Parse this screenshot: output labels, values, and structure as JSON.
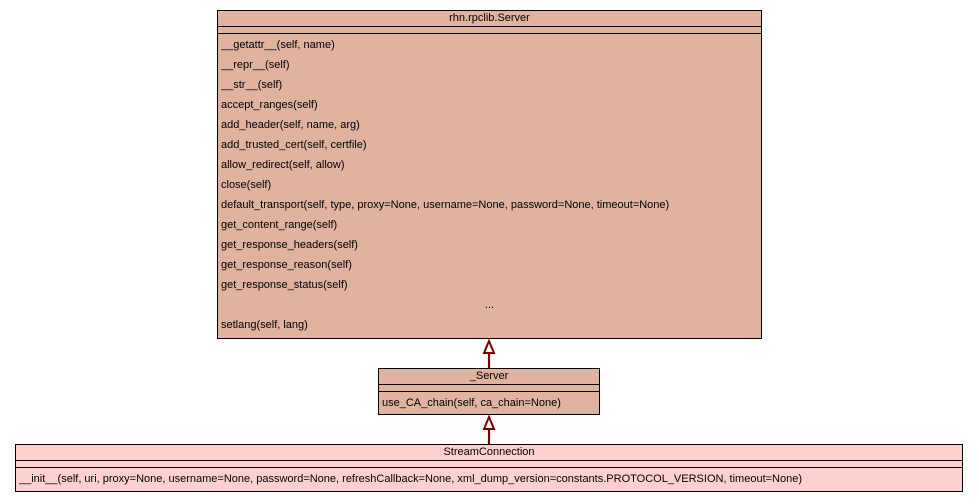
{
  "classes": {
    "server": {
      "name": "rhn.rpclib.Server",
      "fill": "#e0b2a0",
      "operations": [
        "__getattr__(self, name)",
        "__repr__(self)",
        "__str__(self)",
        "accept_ranges(self)",
        "add_header(self, name, arg)",
        "add_trusted_cert(self, certfile)",
        "allow_redirect(self, allow)",
        "close(self)",
        "default_transport(self, type, proxy=None, username=None, password=None, timeout=None)",
        "get_content_range(self)",
        "get_response_headers(self)",
        "get_response_reason(self)",
        "get_response_status(self)",
        "...",
        "setlang(self, lang)"
      ]
    },
    "_server": {
      "name": "_Server",
      "fill": "#e0b2a0",
      "operations": [
        "use_CA_chain(self, ca_chain=None)"
      ]
    },
    "streamconnection": {
      "name": "StreamConnection",
      "fill": "#ffd0d0",
      "operations": [
        "__init__(self, uri, proxy=None, username=None, password=None, refreshCallback=None, xml_dump_version=constants.PROTOCOL_VERSION, timeout=None)"
      ]
    }
  },
  "inheritance_color": "#7a0000"
}
